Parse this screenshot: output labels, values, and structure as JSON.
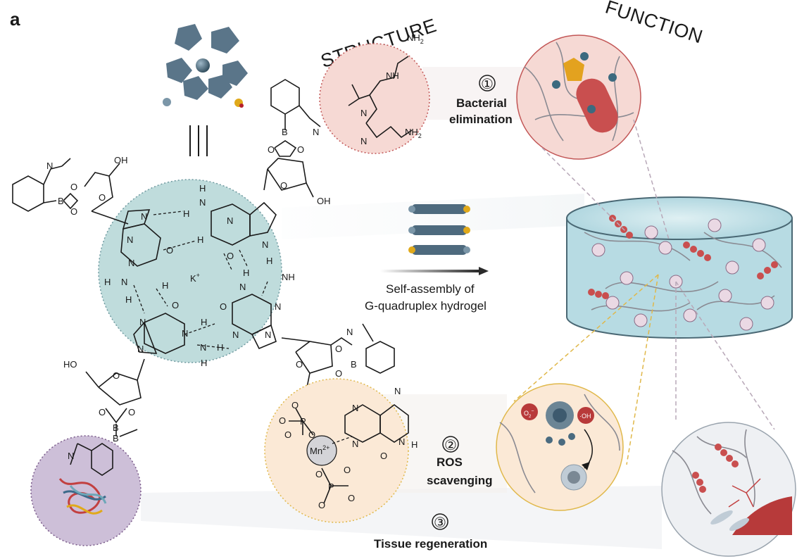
{
  "panel_label": "a",
  "headings": {
    "structure": "STRUCTURE",
    "function": "FUNCTION"
  },
  "functions": [
    {
      "number": "①",
      "line1": "Bacterial",
      "line2": "elimination"
    },
    {
      "number": "②",
      "line1": "ROS",
      "line2": "scavenging"
    },
    {
      "number": "③",
      "line1": "Tissue regeneration"
    }
  ],
  "arrow_label": {
    "line1": "Self-assembly of",
    "line2": "G-quadruplex hydrogel"
  },
  "atoms": {
    "N": "N",
    "H": "H",
    "O": "O",
    "OH": "OH",
    "B": "B",
    "P": "P",
    "NH": "NH",
    "NH2": "NH",
    "sub2": "2",
    "K": "K",
    "plus": "+",
    "Mn": "Mn",
    "mn_charge": "2+",
    "superoxide": "O",
    "superoxide_charge": "−",
    "superoxide_sub": "2",
    "hydroxyl": "·OH"
  },
  "colors": {
    "quartet_circle": "#bfdcdc",
    "pei_circle": "#f6d9d4",
    "mn_circle": "#fbe9d6",
    "protein_circle": "#cdbfd8",
    "hydrogel": "#c4e3ea",
    "bacteria": "#c94f4f",
    "ros_circle": "#fbe9d6"
  }
}
